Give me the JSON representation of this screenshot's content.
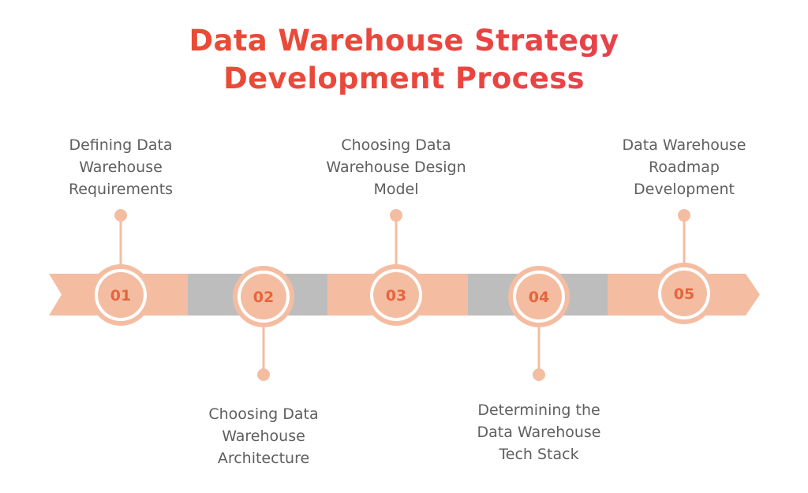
{
  "title": {
    "line1": "Data Warehouse Strategy",
    "line2": "Development Process"
  },
  "steps": [
    {
      "number": "01",
      "label": "Defining Data\nWarehouse\nRequirements",
      "position": "above"
    },
    {
      "number": "02",
      "label": "Choosing Data\nWarehouse\nArchitecture",
      "position": "below"
    },
    {
      "number": "03",
      "label": "Choosing Data\nWarehouse Design\nModel",
      "position": "above"
    },
    {
      "number": "04",
      "label": "Determining the\nData Warehouse\nTech Stack",
      "position": "below"
    },
    {
      "number": "05",
      "label": "Data Warehouse\nRoadmap\nDevelopment",
      "position": "above"
    }
  ],
  "colors": {
    "title_start": "#e9502f",
    "title_end": "#e43d5a",
    "peach": "#f4bda2",
    "gray": "#bdbdbd",
    "number": "#e6653d",
    "label_text": "#5f5f5f"
  }
}
